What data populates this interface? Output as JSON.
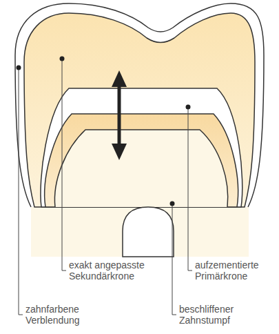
{
  "diagram": {
    "labels": [
      "exakt angepasste Sekundärkrone",
      "aufzementierte Primärkrone",
      "zahnfarbene Verblendung",
      "beschliffener Zahnstumpf"
    ]
  }
}
